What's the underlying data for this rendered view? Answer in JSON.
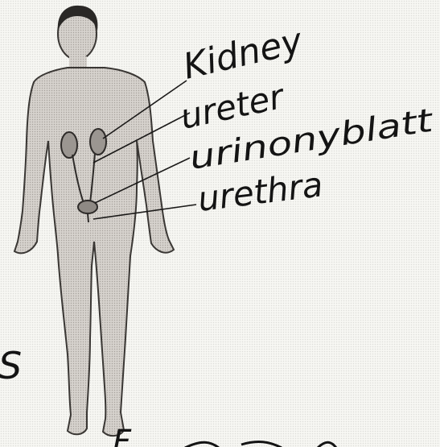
{
  "labels": {
    "kidney": "Kidney",
    "ureter": "ureter",
    "bladder": "urinonyblatt",
    "urethra": "urethra"
  },
  "margin_marks": {
    "left": "S",
    "bottom": "F"
  },
  "colors": {
    "ink": "#141414",
    "body_fill": "#d4d0cb",
    "organ_fill": "#9b9691",
    "paper": "#f7f7f3"
  }
}
